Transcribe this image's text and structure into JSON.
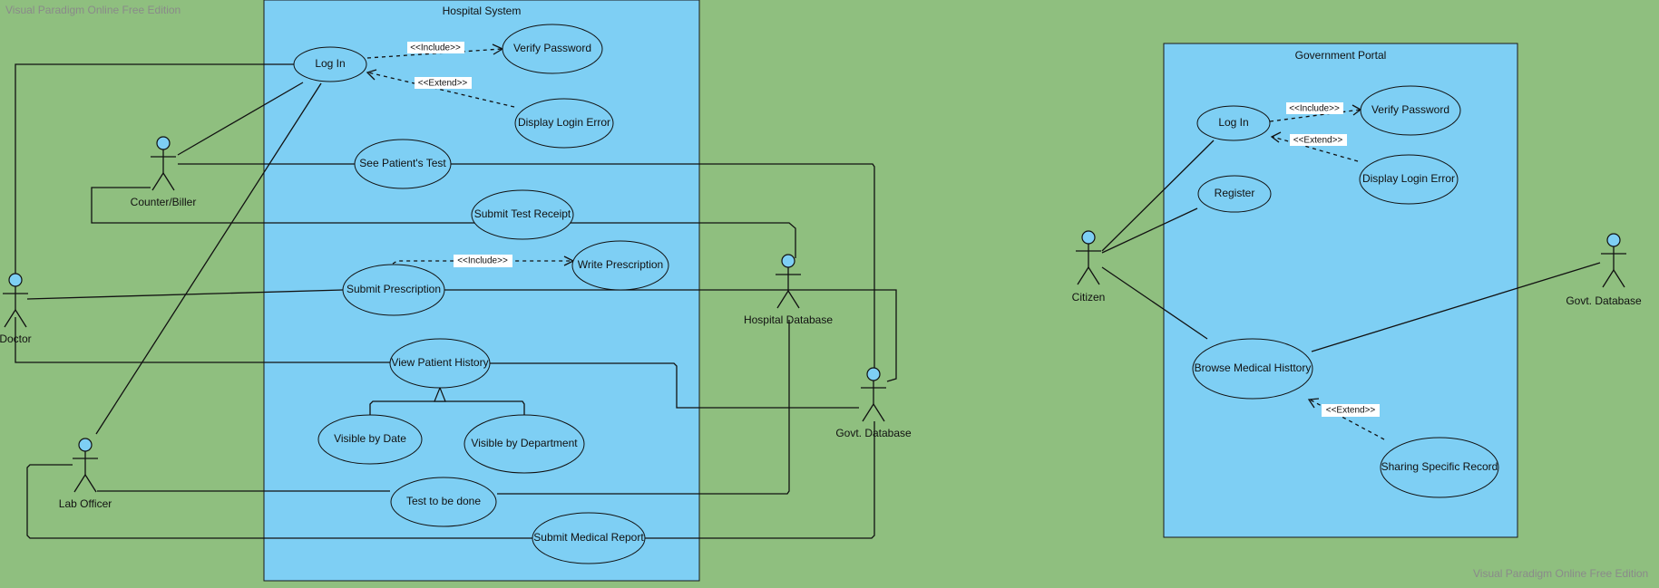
{
  "watermarks": {
    "top_left": "Visual Paradigm Online Free Edition",
    "bottom_right": "Visual Paradigm Online Free Edition"
  },
  "systems": {
    "hospital": {
      "title": "Hospital System"
    },
    "government": {
      "title": "Government Portal"
    }
  },
  "use_cases": {
    "hs_login": "Log In",
    "hs_verify_password": "Verify Password",
    "hs_display_login_error": "Display Login Error",
    "hs_see_patients_test": "See Patient's Test",
    "hs_submit_test_receipt": "Submit Test Receipt",
    "hs_write_prescription": "Write Prescription",
    "hs_submit_prescription": "Submit Prescription",
    "hs_view_patient_history": "View Patient History",
    "hs_visible_by_date": "Visible by Date",
    "hs_visible_by_department": "Visible by Department",
    "hs_test_to_be_done": "Test to be done",
    "hs_submit_medical_report": "Submit Medical Report",
    "gp_login": "Log In",
    "gp_verify_password": "Verify Password",
    "gp_display_login_error": "Display Login Error",
    "gp_register": "Register",
    "gp_browse_medical_history": "Browse Medical Histtory",
    "gp_sharing_specific_record": "Sharing Specific Record"
  },
  "stereotypes": {
    "hs_include_verify": "<<Include>>",
    "hs_extend_error": "<<Extend>>",
    "hs_include_prescription": "<<Include>>",
    "gp_include_verify": "<<Include>>",
    "gp_extend_error": "<<Extend>>",
    "gp_extend_sharing": "<<Extend>>"
  },
  "actors": {
    "counter_biller": "Counter/Biller",
    "doctor": "Doctor",
    "lab_officer": "Lab Officer",
    "hospital_database": "Hospital Database",
    "govt_database_hs": "Govt. Database",
    "citizen": "Citizen",
    "govt_database_gp": "Govt. Database"
  },
  "colors": {
    "background": "#8fbf7f",
    "system_fill": "#7ecff4",
    "line": "#111111",
    "watermark": "#8a8a8a"
  }
}
